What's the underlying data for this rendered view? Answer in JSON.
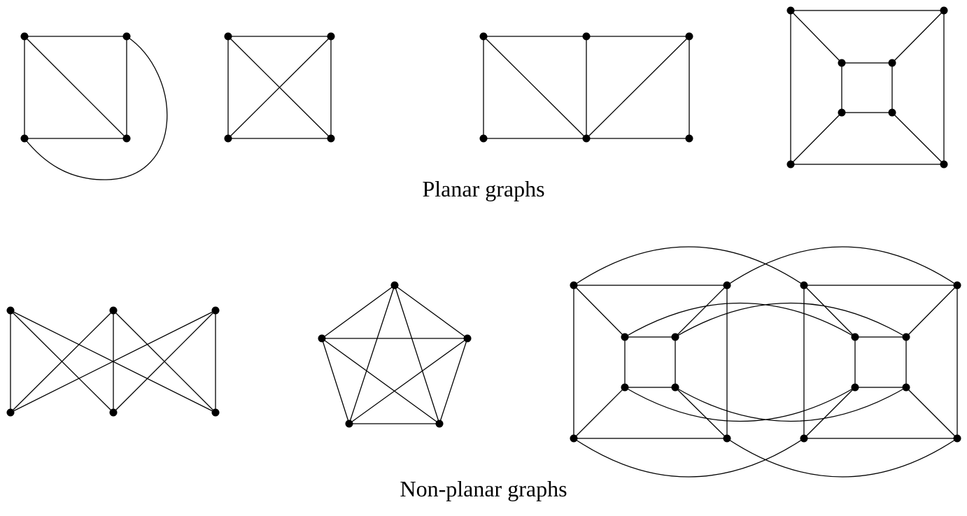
{
  "captions": {
    "planar": "Planar graphs",
    "non_planar": "Non-planar graphs"
  },
  "graphs": [
    {
      "id": "planar-k4-curved",
      "group": "planar",
      "vertices": 4,
      "edges": 6
    },
    {
      "id": "planar-k4-crossed",
      "group": "planar",
      "vertices": 4,
      "edges": 6
    },
    {
      "id": "planar-two-triangles-strip",
      "group": "planar",
      "vertices": 6,
      "edges": 9
    },
    {
      "id": "planar-cube",
      "group": "planar",
      "vertices": 8,
      "edges": 12
    },
    {
      "id": "nonplanar-k33",
      "group": "non-planar",
      "vertices": 6,
      "edges": 9
    },
    {
      "id": "nonplanar-k5",
      "group": "non-planar",
      "vertices": 5,
      "edges": 10
    },
    {
      "id": "nonplanar-double-cube",
      "group": "non-planar",
      "vertices": 16,
      "edges": 32
    }
  ],
  "colors": {
    "edge": "#000000",
    "node": "#000000",
    "background": "#ffffff"
  }
}
